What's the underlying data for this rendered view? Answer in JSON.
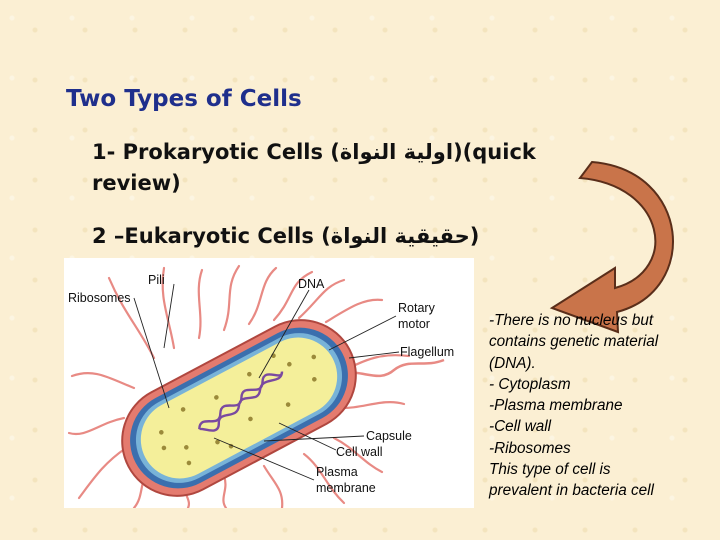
{
  "title": "Two Types of Cells",
  "points": [
    {
      "text": "1- Prokaryotic Cells (اولية النواة)(quick review)"
    },
    {
      "text": "2 –Eukaryotic Cells (حقيقية النواة)"
    }
  ],
  "diagram": {
    "pili": "Pili",
    "ribosomes": "Ribosomes",
    "dna": "DNA",
    "rotary": "Rotary",
    "motor": "motor",
    "flagellum": "Flagellum",
    "capsule": "Capsule",
    "cell_wall": "Cell wall",
    "plasma": "Plasma",
    "membrane": "membrane"
  },
  "notes": [
    "-There is no nucleus but",
    "contains genetic material",
    "(DNA).",
    "- Cytoplasm",
    "-Plasma membrane",
    "-Cell wall",
    "-Ribosomes",
    "This type of cell is",
    "prevalent in bacteria cell"
  ],
  "colors": {
    "title": "#1f2f8c",
    "background": "#fbefd3",
    "arrow": "#c9744a"
  }
}
